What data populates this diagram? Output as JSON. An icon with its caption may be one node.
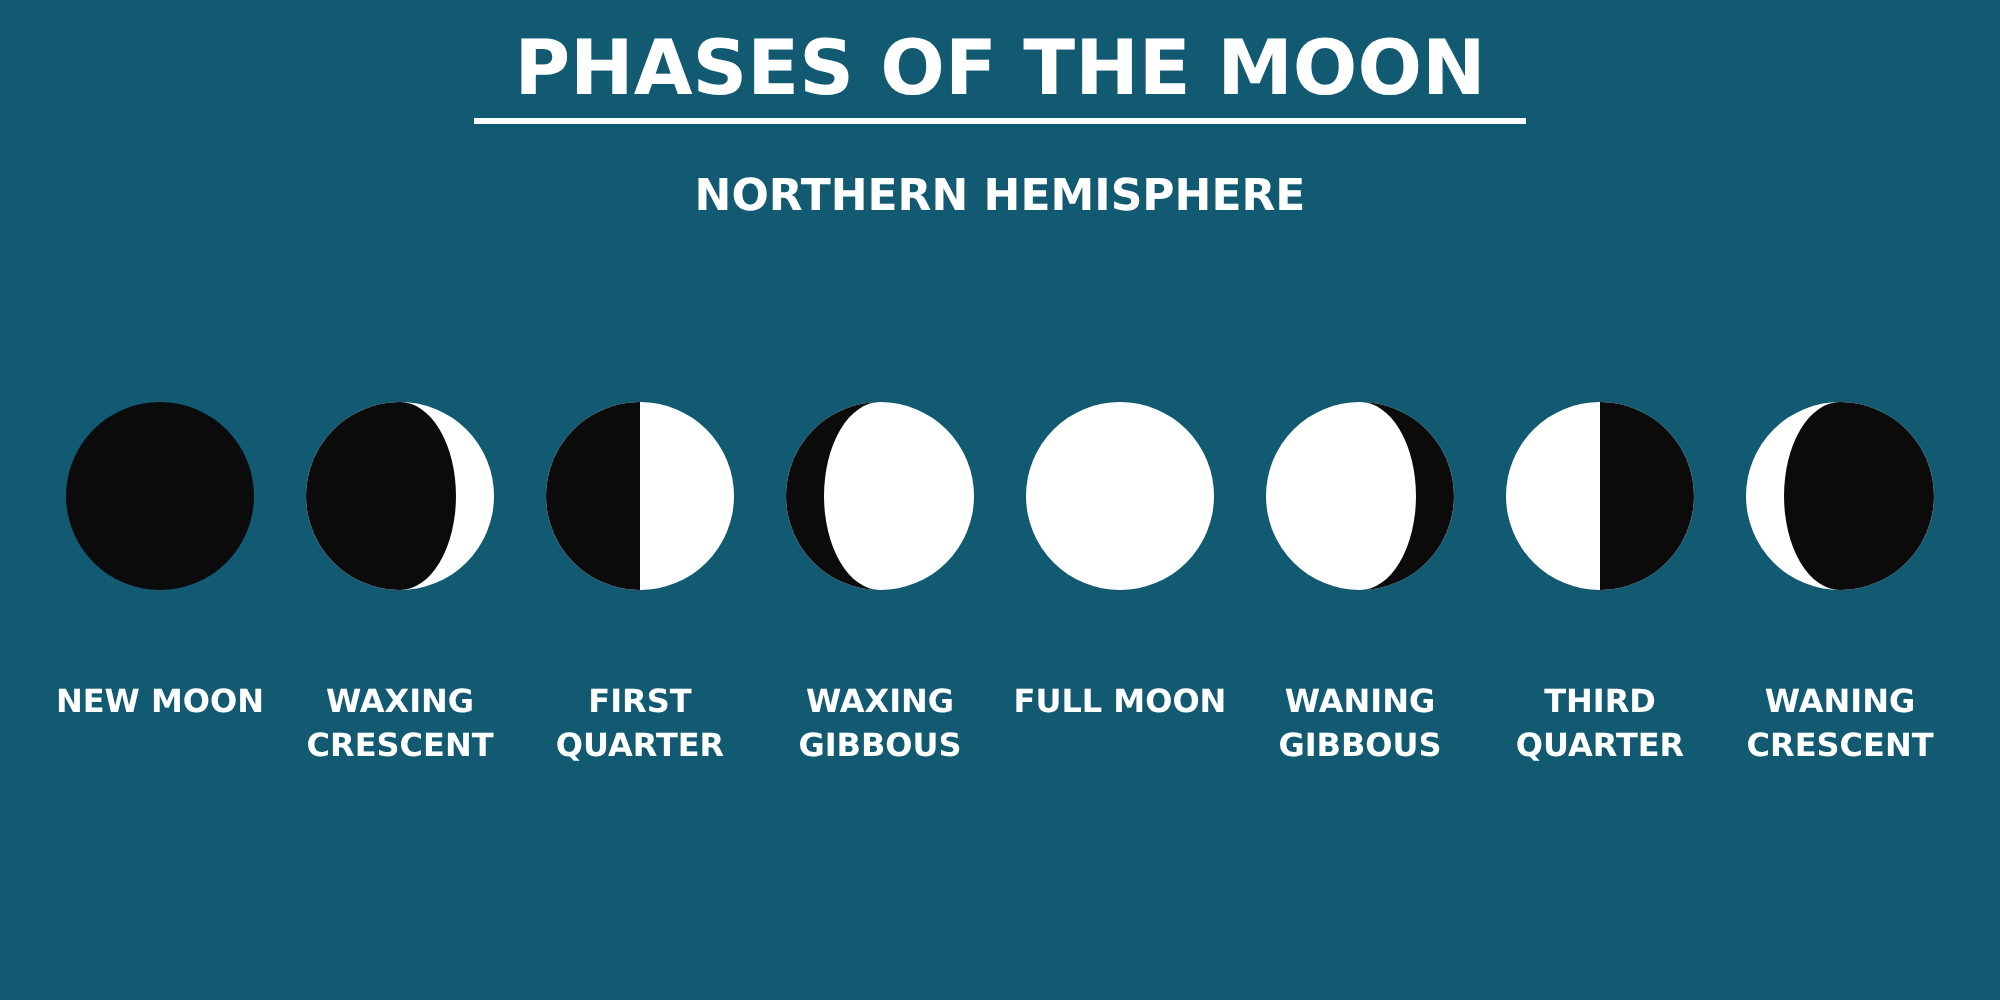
{
  "diagram": {
    "title": "PHASES OF THE MOON",
    "nodes": [
      {
        "text": [
          "NEW MOON"
        ]
      },
      {
        "text": [
          "WAXING CRESCENT"
        ]
      },
      {
        "text": [
          "FIRST QUARTER"
        ]
      },
      {
        "text": [
          "WAXING GIBBOUS"
        ]
      },
      {
        "text": [
          "FULL MOON"
        ]
      },
      {
        "text": [
          "WANING GIBBOUS"
        ]
      },
      {
        "text": [
          "THIRD QUARTER"
        ]
      },
      {
        "text": [
          "WANING CRESCENT"
        ]
      }
    ],
    "labels": [
      "NORTHERN HEMISPHERE"
    ]
  }
}
